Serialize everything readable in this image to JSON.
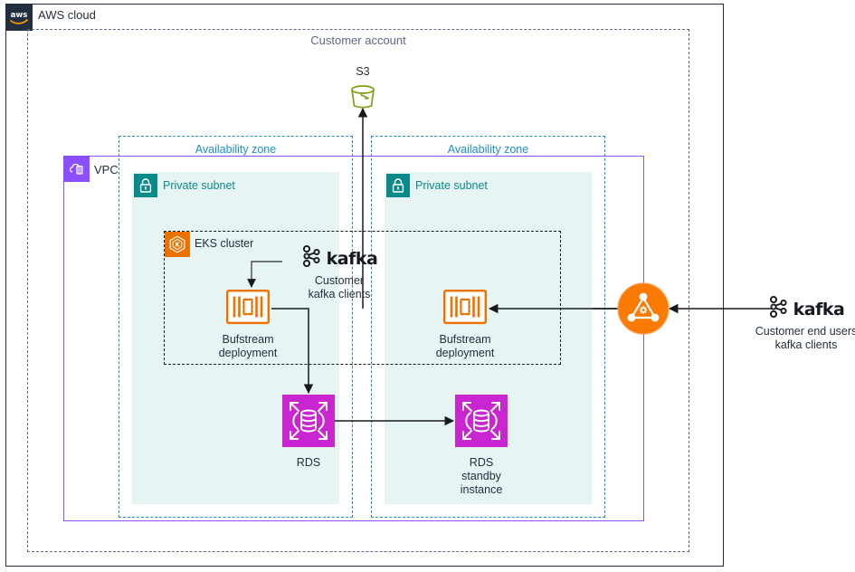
{
  "diagram": {
    "title": "AWS cloud",
    "type": "aws-architecture-diagram"
  },
  "containers": {
    "aws_cloud": {
      "label": "AWS cloud",
      "icon": "aws-logo-icon",
      "border_color": "#232F3E"
    },
    "customer_account": {
      "label": "Customer account",
      "border_color": "#5A6B86",
      "style": "dashed"
    },
    "vpc": {
      "label": "VPC",
      "icon": "vpc-cloud-icon",
      "border_color": "#8C4FFF"
    },
    "availability_zone_left": {
      "label": "Availability zone",
      "border_color": "#1A8FCB",
      "style": "dashed"
    },
    "availability_zone_right": {
      "label": "Availability zone",
      "border_color": "#1A8FCB",
      "style": "dashed"
    },
    "private_subnet_left": {
      "label": "Private subnet",
      "icon": "lock-icon",
      "badge_color": "#0C8A8A",
      "fill": "#E6F4F3"
    },
    "private_subnet_right": {
      "label": "Private subnet",
      "icon": "lock-icon",
      "badge_color": "#0C8A8A",
      "fill": "#E6F4F3"
    },
    "eks_cluster": {
      "label": "EKS cluster",
      "icon": "eks-hexagon-icon",
      "badge_color": "#ED7100",
      "style": "dashed"
    }
  },
  "nodes": {
    "s3": {
      "label": "S3",
      "icon": "s3-bucket-icon",
      "color": "#7AA116"
    },
    "bufstream_left": {
      "label": "Bufstream deployment",
      "icon": "chip-icon",
      "color": "#ED7100"
    },
    "bufstream_right": {
      "label": "Bufstream deployment",
      "icon": "chip-icon",
      "color": "#ED7100"
    },
    "rds_primary": {
      "label": "RDS",
      "icon": "rds-database-icon",
      "color": "#C925D1"
    },
    "rds_standby": {
      "label": "RDS\nstandby instance",
      "icon": "rds-database-icon",
      "color": "#C925D1"
    },
    "network_load_balancer": {
      "label": "",
      "icon": "network-load-balancer-icon",
      "color": "#F97B05"
    },
    "customer_kafka_clients": {
      "wordmark": "kafka",
      "label": "Customer\nkafka clients",
      "icon": "kafka-logo-icon",
      "color": "#16191F"
    },
    "customer_end_users_kafka_clients": {
      "wordmark": "kafka",
      "label": "Customer end users\nkafka clients",
      "icon": "kafka-logo-icon",
      "color": "#16191F"
    }
  },
  "connections": [
    {
      "from": "bufstream_left",
      "to": "s3",
      "direction": "up"
    },
    {
      "from": "customer_kafka_clients",
      "to": "bufstream_left",
      "direction": "down"
    },
    {
      "from": "bufstream_left",
      "to": "rds_primary",
      "direction": "down"
    },
    {
      "from": "rds_primary",
      "to": "rds_standby",
      "direction": "right"
    },
    {
      "from": "network_load_balancer",
      "to": "bufstream_right",
      "direction": "left"
    },
    {
      "from": "customer_end_users_kafka_clients",
      "to": "network_load_balancer",
      "direction": "left"
    }
  ]
}
